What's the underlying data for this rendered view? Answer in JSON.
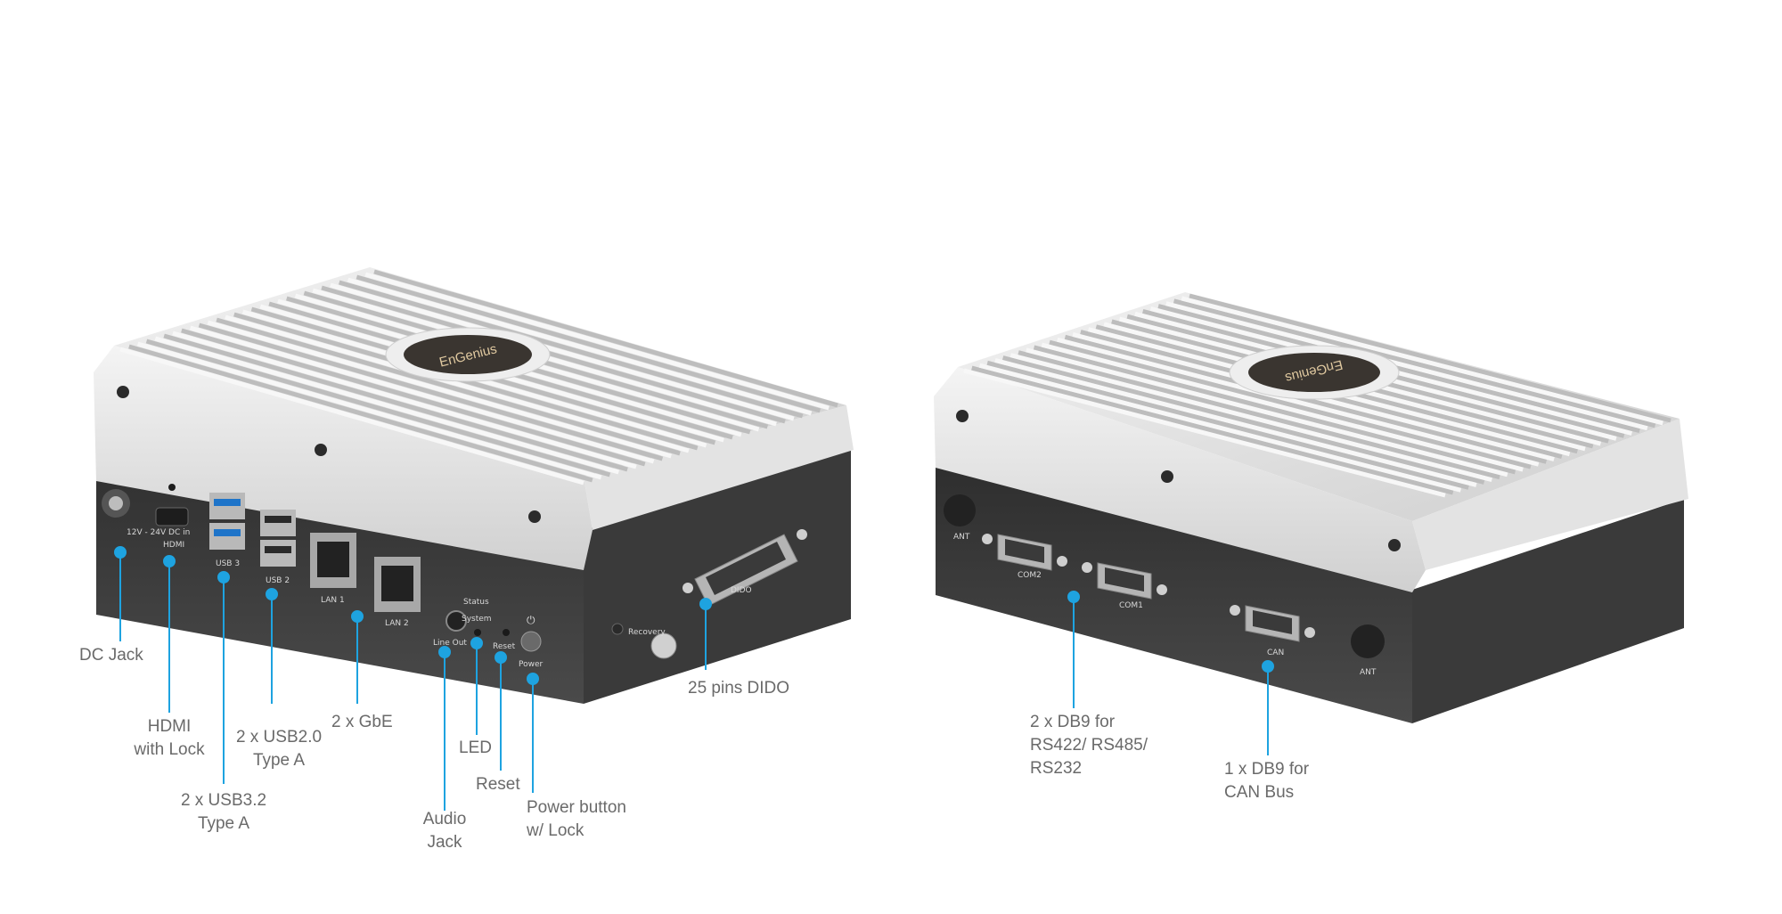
{
  "front_device": {
    "logo": "EnGenius",
    "port_labels": {
      "dc": "12V - 24V DC in",
      "hdmi": "HDMI",
      "usb3": "USB 3",
      "usb2": "USB 2",
      "lan1": "LAN 1",
      "lan2": "LAN 2",
      "status": "Status",
      "system": "System",
      "line_out": "Line Out",
      "reset": "Reset",
      "power": "Power",
      "recovery": "Recovery",
      "dido": "DIDO"
    },
    "callouts": {
      "dc_jack": "DC Jack",
      "hdmi_line1": "HDMI",
      "hdmi_line2": "with Lock",
      "usb3_line1": "2 x USB3.2",
      "usb3_line2": "Type A",
      "usb2_line1": "2 x USB2.0",
      "usb2_line2": "Type A",
      "gbe": "2 x GbE",
      "audio_line1": "Audio",
      "audio_line2": "Jack",
      "led": "LED",
      "reset": "Reset",
      "power_line1": "Power button",
      "power_line2": "w/ Lock",
      "dido": "25 pins DIDO"
    }
  },
  "back_device": {
    "logo": "EnGenius",
    "port_labels": {
      "ant_left": "ANT",
      "com2": "COM2",
      "com1": "COM1",
      "can": "CAN",
      "ant_right": "ANT"
    },
    "callouts": {
      "db9_line1": "2 x DB9 for",
      "db9_line2": "RS422/ RS485/",
      "db9_line3": "RS232",
      "can_line1": "1 x DB9 for",
      "can_line2": "CAN Bus"
    }
  },
  "colors": {
    "accent": "#1ea3e0",
    "callout_text": "#6a6a6a",
    "chassis_dark": "#3b3b3b",
    "heatsink": "#dedede"
  }
}
